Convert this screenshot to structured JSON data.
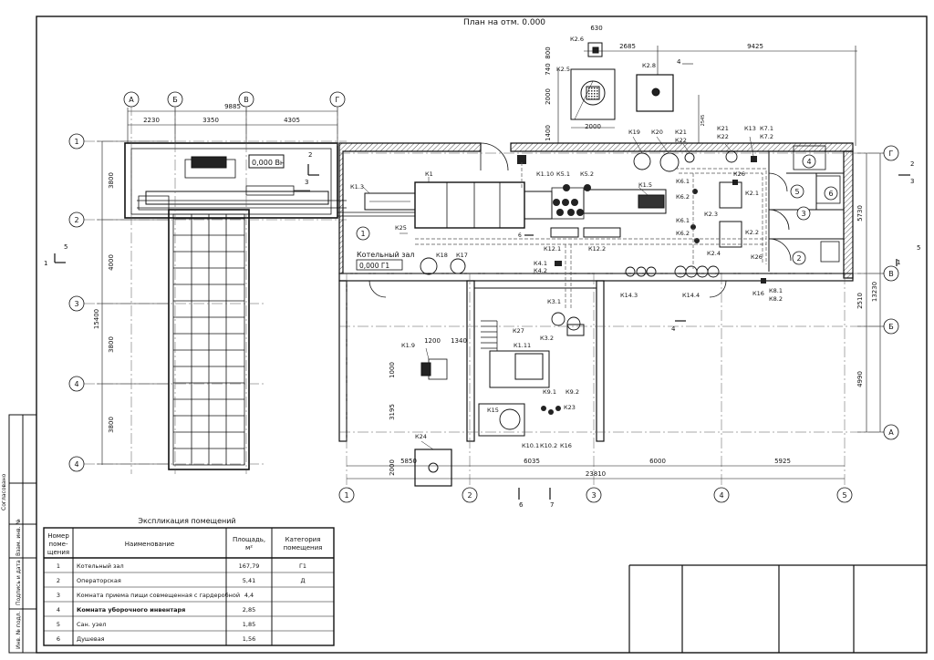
{
  "plan_title": "План на отм. 0.000",
  "main_dims": {
    "top_overall": "9425",
    "top_left": "2685",
    "bottom_overall": "23810",
    "bottom_1": "6035",
    "bottom_2": "6000",
    "bottom_3": "5925",
    "bottom_left": "5850",
    "right_total": "13230",
    "right_1": "5730",
    "right_2": "2510",
    "right_3": "4990",
    "pit_1200": "1200",
    "pit_1340": "1340",
    "pit_1000": "1000",
    "pit_3195": "3195",
    "pit_2000": "2000",
    "small_2545": "2545",
    "small_1400": "1400"
  },
  "left_dims": {
    "top_overall": "9885",
    "top_1": "2230",
    "top_2": "3350",
    "top_3": "4305",
    "side_overall": "15400",
    "side_1": "3800",
    "side_2": "4000",
    "side_3": "3800",
    "side_4": "3800"
  },
  "k26_dims": {
    "w_630": "630",
    "h_800": "800",
    "h_740": "740",
    "h_2000": "2000",
    "w_2000": "2000"
  },
  "axis_letters": {
    "a": "А",
    "b": "Б",
    "v": "В",
    "g": "Г"
  },
  "axis_numbers": {
    "n1": "1",
    "n2": "2",
    "n3": "3",
    "n4": "4",
    "n5": "5"
  },
  "level_marks": {
    "top": "0,000 Вн",
    "boiler": "0,000 Г1"
  },
  "boiler_room_label": "Котельный зал",
  "room_numbers": {
    "r1": "1",
    "r2": "2",
    "r3": "3",
    "r4": "4",
    "r5": "5",
    "r6": "6"
  },
  "section_marks": {
    "s1": "1",
    "s3": "3",
    "s4": "4",
    "s5": "5",
    "s6": "6",
    "s7": "7",
    "s2": "2"
  },
  "equipment": {
    "k1": "К1",
    "k13": "К1.3",
    "k110": "К1.10",
    "k111": "К1.11",
    "k15": "К1.5",
    "k19": "К1.9",
    "k21": "К2.1",
    "k22": "К2.2",
    "k23": "К2.3",
    "k24": "К2.4",
    "k25": "К2.5",
    "k26": "К2.6",
    "k28": "К2.8",
    "k31": "К3.1",
    "k32": "К3.2",
    "k41": "К4.1",
    "k42": "К4.2",
    "k51": "К5.1",
    "k52": "К5.2",
    "k61a": "К6.1",
    "k62a": "К6.2",
    "k61b": "К6.1",
    "k62b": "К6.2",
    "k71": "К7.1",
    "k72": "К7.2",
    "k81": "К8.1",
    "k82": "К8.2",
    "k91": "К9.1",
    "k92": "К9.2",
    "k101": "К10.1",
    "k102": "К10.2",
    "k121": "К12.1",
    "k122": "К12.2",
    "k143": "К14.3",
    "k144": "К14.4",
    "k_13": "К13",
    "k_15": "К15",
    "k_16a": "К16",
    "k_16b": "К16",
    "k_17": "К17",
    "k_18": "К18",
    "k_19": "К19",
    "k_20": "К20",
    "k_21a": "К21",
    "k_22a": "К22",
    "k_21b": "К21",
    "k_22b": "К22",
    "k_23": "К23",
    "k_24": "К24",
    "k_25": "К25",
    "k_26a": "К26",
    "k_26b": "К26",
    "k_27": "К27"
  },
  "explication": {
    "title": "Экспликация помещений",
    "headers": {
      "num": [
        "Номер",
        "поме-",
        "щения"
      ],
      "name": "Наименование",
      "area": [
        "Площадь,",
        "м²"
      ],
      "cat": [
        "Категория",
        "помещения"
      ]
    },
    "rows": [
      {
        "num": "1",
        "name": "Котельный зал",
        "area": "167,79",
        "cat": "Г1"
      },
      {
        "num": "2",
        "name": "Операторская",
        "area": "5,41",
        "cat": "Д"
      },
      {
        "num": "3",
        "name": "Комната приема пищи совмещенная с гардеробной",
        "area": "4,4",
        "cat": ""
      },
      {
        "num": "4",
        "name": "Комната уборочного инвентаря",
        "area": "2,85",
        "cat": ""
      },
      {
        "num": "5",
        "name": "Сан. узел",
        "area": "1,85",
        "cat": ""
      },
      {
        "num": "6",
        "name": "Душевая",
        "area": "1,56",
        "cat": ""
      }
    ]
  },
  "side_stamp": {
    "agreed": "Согласовано",
    "inv_sub": "Взам. инв. №",
    "sign_date": "Подпись и дата",
    "inv_orig": "Инв. № подл."
  },
  "colors": {
    "line": "#1a1a1a",
    "hidden": "#555555",
    "grey": "#888888"
  }
}
